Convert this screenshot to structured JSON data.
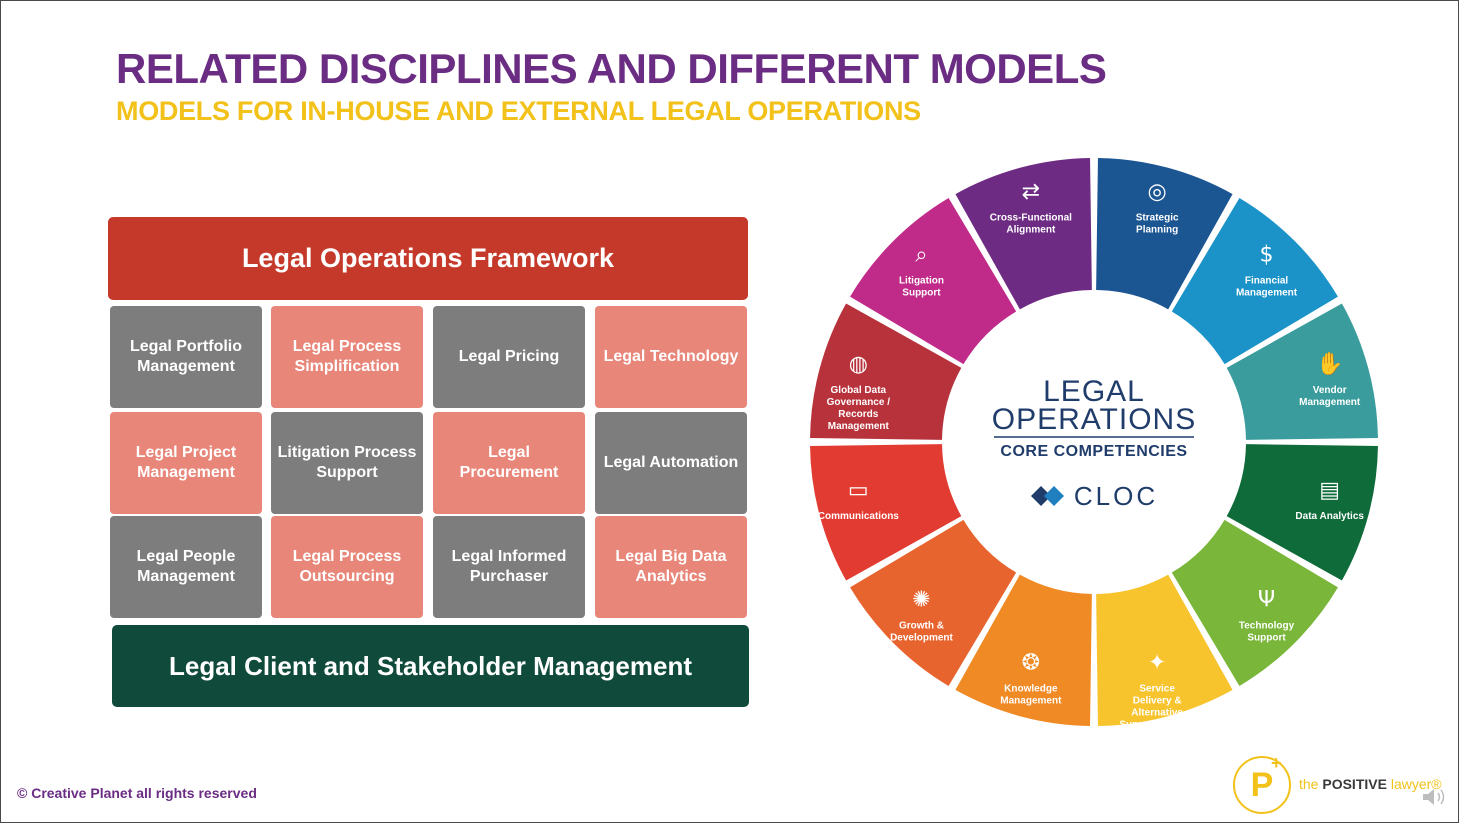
{
  "slide": {
    "title": "RELATED DISCIPLINES AND DIFFERENT MODELS",
    "subtitle": "MODELS FOR IN-HOUSE AND EXTERNAL LEGAL OPERATIONS",
    "copyright": "© Creative Planet all rights reserved"
  },
  "framework": {
    "header": "Legal Operations Framework",
    "footer": "Legal Client and Stakeholder Management",
    "cells": [
      {
        "label": "Legal Portfolio Management",
        "color": "gray"
      },
      {
        "label": "Legal Process Simplification",
        "color": "pink"
      },
      {
        "label": "Legal Pricing",
        "color": "gray"
      },
      {
        "label": "Legal Technology",
        "color": "pink"
      },
      {
        "label": "Legal Project Management",
        "color": "pink"
      },
      {
        "label": "Litigation Process Support",
        "color": "gray"
      },
      {
        "label": "Legal Procurement",
        "color": "pink"
      },
      {
        "label": "Legal Automation",
        "color": "gray"
      },
      {
        "label": "Legal People Management",
        "color": "gray"
      },
      {
        "label": "Legal Process Outsourcing",
        "color": "pink"
      },
      {
        "label": "Legal Informed Purchaser",
        "color": "gray"
      },
      {
        "label": "Legal Big Data Analytics",
        "color": "pink"
      }
    ],
    "colors": {
      "header": "#c5392a",
      "footer": "#0f4a3b",
      "gray": "#7d7d7d",
      "pink": "#e88679"
    }
  },
  "wheel": {
    "center_title_1": "LEGAL",
    "center_title_2": "OPERATIONS",
    "center_subtitle": "CORE COMPETENCIES",
    "brand": "CLOC",
    "segments": [
      {
        "label": "Strategic Planning",
        "color": "#1b5592",
        "icon": "target-icon"
      },
      {
        "label": "Financial Management",
        "color": "#1b93c9",
        "icon": "money-hand-icon"
      },
      {
        "label": "Vendor Management",
        "color": "#3a9c9c",
        "icon": "handshake-icon"
      },
      {
        "label": "Data Analytics",
        "color": "#0f6b3a",
        "icon": "chart-icon"
      },
      {
        "label": "Technology Support",
        "color": "#79b63a",
        "icon": "usb-icon"
      },
      {
        "label": "Service Delivery & Alternative Support Models",
        "color": "#f7c42e",
        "icon": "delivery-icon"
      },
      {
        "label": "Knowledge Management",
        "color": "#f08a24",
        "icon": "brain-icon"
      },
      {
        "label": "Growth & Development",
        "color": "#e8642e",
        "icon": "lightbulb-icon"
      },
      {
        "label": "Communications",
        "color": "#e23c32",
        "icon": "speech-icon"
      },
      {
        "label": "Global Data Governance / Records Management",
        "color": "#b7323b",
        "icon": "globe-icon"
      },
      {
        "label": "Litigation Support",
        "color": "#c02b8a",
        "icon": "magnifier-icon"
      },
      {
        "label": "Cross-Functional Alignment",
        "color": "#6e2b83",
        "icon": "arrows-icon"
      }
    ]
  },
  "logo": {
    "letter": "P",
    "plus": "+",
    "prefix": "the",
    "bold": "POSITIVE",
    "suffix": "lawyer®"
  }
}
